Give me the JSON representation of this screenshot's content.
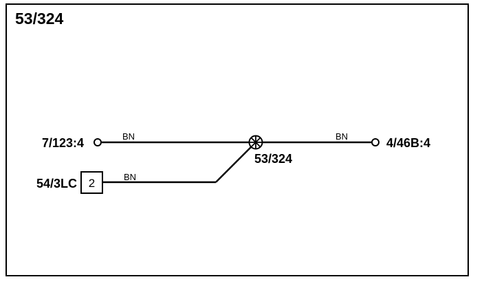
{
  "diagram": {
    "title": "53/324",
    "splice": {
      "label": "53/324"
    },
    "connectors": {
      "left_top": "7/123:4",
      "right": "4/46B:4",
      "left_bottom": "54/3LC"
    },
    "pin_number": "2",
    "wires": {
      "top_left_color": "BN",
      "top_right_color": "BN",
      "bottom_color": "BN"
    }
  },
  "colors": {
    "line": "#000000",
    "background": "#ffffff"
  }
}
